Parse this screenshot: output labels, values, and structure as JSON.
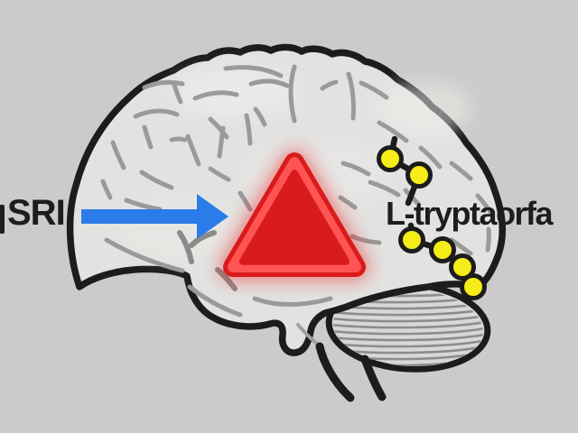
{
  "figure": {
    "left_label": "SRI",
    "right_label": "L-tryptaorfa",
    "molecule": {
      "top_chain_nodes": 2,
      "bottom_chain_nodes": 4
    }
  },
  "icons": {
    "center": "warning-triangle-icon",
    "flow": "right-arrow-icon",
    "molecule": "molecule-node-chain"
  },
  "colors": {
    "background": "#cccbc9",
    "brain_fill": "#e2e2e0",
    "brain_outline": "#1c1c1c",
    "sulci_gray": "#9a9a98",
    "cerebellum_fill": "#d8d8d6",
    "arrow_blue": "#2b7ce8",
    "alert_red": "#d91b1b",
    "alert_red_ring": "#ff5454",
    "alert_glow": "#ed1f1f",
    "molecule_yellow": "#f6ec17",
    "label_text": "#1d1d1d"
  }
}
